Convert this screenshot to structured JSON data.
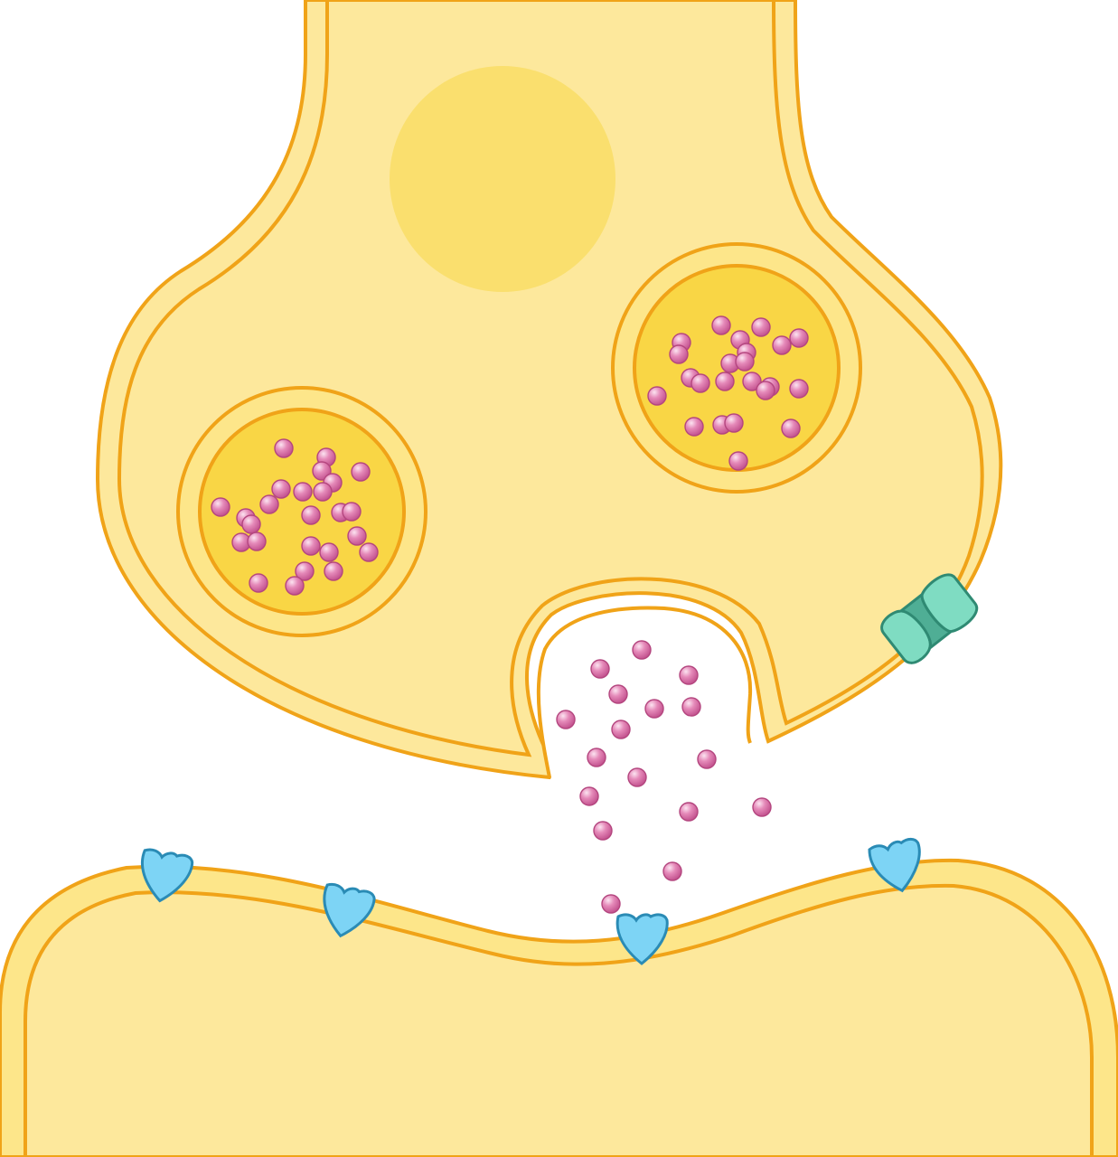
{
  "diagram": {
    "type": "synapse-illustration",
    "colors": {
      "background": "#ffffff",
      "cytoplasm": "#fde89c",
      "membrane_band": "#fde68a",
      "membrane_line": "#f0a318",
      "nucleus": "#fadf6e",
      "vesicle_inner": "#f9d645",
      "neurotransmitter": "#d96aa4",
      "neurotransmitter_highlight": "#fce4f1",
      "receptor_fill": "#7dd4f5",
      "receptor_stroke": "#2a8bb5",
      "channel_light": "#7fdcc2",
      "channel_dark": "#4fae95",
      "channel_stroke": "#2f8a73"
    },
    "parts": [
      {
        "name": "presynaptic-terminal",
        "count": 1
      },
      {
        "name": "synaptic-vesicle",
        "count": 2
      },
      {
        "name": "exocytosis-release",
        "count": 1
      },
      {
        "name": "neurotransmitter",
        "count": 70
      },
      {
        "name": "postsynaptic-receptor",
        "count": 4
      },
      {
        "name": "membrane-channel",
        "count": 1
      },
      {
        "name": "postsynaptic-cell",
        "count": 1
      }
    ]
  }
}
